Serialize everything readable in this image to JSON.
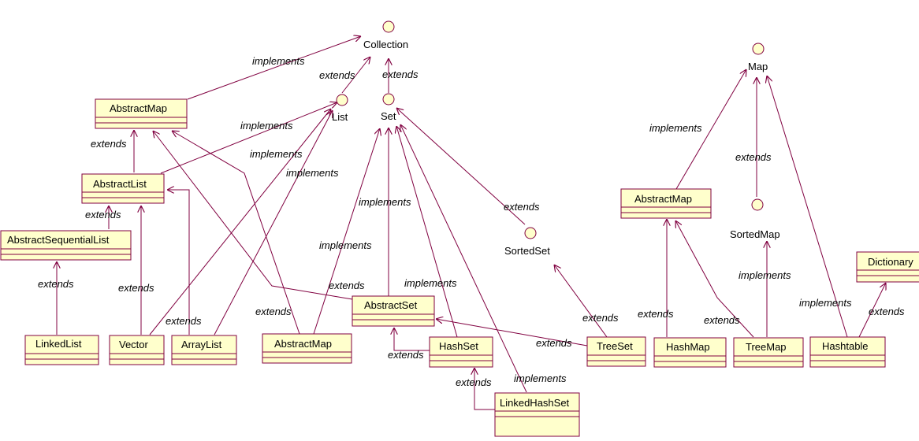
{
  "colors": {
    "line": "#800040",
    "box_fill": "#ffffcc",
    "box_border": "#800040",
    "text": "#000000"
  },
  "interfaces": {
    "collection": "Collection",
    "list": "List",
    "set": "Set",
    "sorted_set": "SortedSet",
    "map": "Map",
    "sorted_map": "SortedMap"
  },
  "classes": {
    "abstract_map_top": "AbstractMap",
    "abstract_list": "AbstractList",
    "abstract_sequential_list": "AbstractSequentialList",
    "linked_list": "LinkedList",
    "vector": "Vector",
    "array_list": "ArrayList",
    "abstract_map_bottom": "AbstractMap",
    "abstract_set": "AbstractSet",
    "hash_set": "HashSet",
    "linked_hash_set": "LinkedHashSet",
    "tree_set": "TreeSet",
    "abstract_map_right": "AbstractMap",
    "hash_map": "HashMap",
    "tree_map": "TreeMap",
    "hashtable": "Hashtable",
    "dictionary": "Dictionary"
  },
  "labels": {
    "implements": "implements",
    "extends": "extends"
  }
}
